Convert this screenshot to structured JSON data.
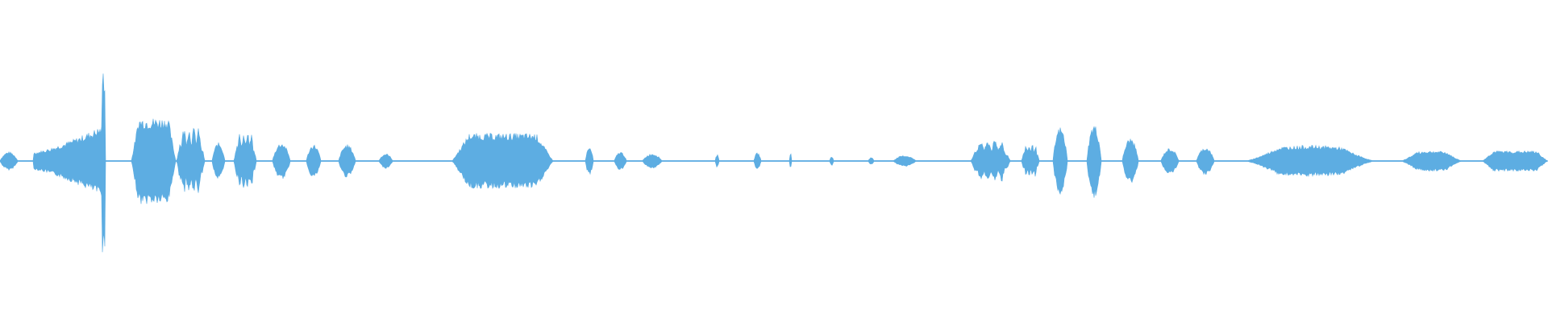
{
  "waveform": {
    "color": "#5dade2",
    "background": "#ffffff",
    "segments": [
      {
        "start": 0.0,
        "end": 0.012,
        "amp": 0.1,
        "shape": "hump"
      },
      {
        "start": 0.012,
        "end": 0.022,
        "amp": 0.01,
        "shape": "flat"
      },
      {
        "start": 0.022,
        "end": 0.066,
        "amp": 0.38,
        "shape": "rise"
      },
      {
        "start": 0.066,
        "end": 0.068,
        "amp": 1.0,
        "shape": "spike"
      },
      {
        "start": 0.068,
        "end": 0.085,
        "amp": 0.04,
        "shape": "flat"
      },
      {
        "start": 0.085,
        "end": 0.114,
        "amp": 0.47,
        "shape": "block"
      },
      {
        "start": 0.114,
        "end": 0.133,
        "amp": 0.36,
        "shape": "jagged"
      },
      {
        "start": 0.137,
        "end": 0.146,
        "amp": 0.2,
        "shape": "hump"
      },
      {
        "start": 0.151,
        "end": 0.166,
        "amp": 0.3,
        "shape": "jagged"
      },
      {
        "start": 0.176,
        "end": 0.188,
        "amp": 0.2,
        "shape": "hump"
      },
      {
        "start": 0.198,
        "end": 0.208,
        "amp": 0.18,
        "shape": "hump"
      },
      {
        "start": 0.219,
        "end": 0.23,
        "amp": 0.18,
        "shape": "hump"
      },
      {
        "start": 0.245,
        "end": 0.254,
        "amp": 0.08,
        "shape": "hump"
      },
      {
        "start": 0.292,
        "end": 0.358,
        "amp": 0.3,
        "shape": "block"
      },
      {
        "start": 0.378,
        "end": 0.384,
        "amp": 0.15,
        "shape": "hump"
      },
      {
        "start": 0.397,
        "end": 0.405,
        "amp": 0.1,
        "shape": "hump"
      },
      {
        "start": 0.415,
        "end": 0.428,
        "amp": 0.08,
        "shape": "hump"
      },
      {
        "start": 0.462,
        "end": 0.465,
        "amp": 0.07,
        "shape": "hump"
      },
      {
        "start": 0.487,
        "end": 0.492,
        "amp": 0.09,
        "shape": "hump"
      },
      {
        "start": 0.51,
        "end": 0.512,
        "amp": 0.09,
        "shape": "hump"
      },
      {
        "start": 0.536,
        "end": 0.539,
        "amp": 0.05,
        "shape": "hump"
      },
      {
        "start": 0.561,
        "end": 0.565,
        "amp": 0.04,
        "shape": "hump"
      },
      {
        "start": 0.577,
        "end": 0.592,
        "amp": 0.06,
        "shape": "hump"
      },
      {
        "start": 0.627,
        "end": 0.653,
        "amp": 0.22,
        "shape": "jagged"
      },
      {
        "start": 0.66,
        "end": 0.672,
        "amp": 0.18,
        "shape": "jagged"
      },
      {
        "start": 0.68,
        "end": 0.69,
        "amp": 0.37,
        "shape": "hump"
      },
      {
        "start": 0.702,
        "end": 0.712,
        "amp": 0.4,
        "shape": "hump"
      },
      {
        "start": 0.725,
        "end": 0.736,
        "amp": 0.25,
        "shape": "hump"
      },
      {
        "start": 0.75,
        "end": 0.762,
        "amp": 0.14,
        "shape": "hump"
      },
      {
        "start": 0.773,
        "end": 0.785,
        "amp": 0.15,
        "shape": "hump"
      },
      {
        "start": 0.805,
        "end": 0.888,
        "amp": 0.17,
        "shape": "swell"
      },
      {
        "start": 0.905,
        "end": 0.945,
        "amp": 0.11,
        "shape": "swell"
      },
      {
        "start": 0.958,
        "end": 1.0,
        "amp": 0.11,
        "shape": "block"
      }
    ]
  }
}
